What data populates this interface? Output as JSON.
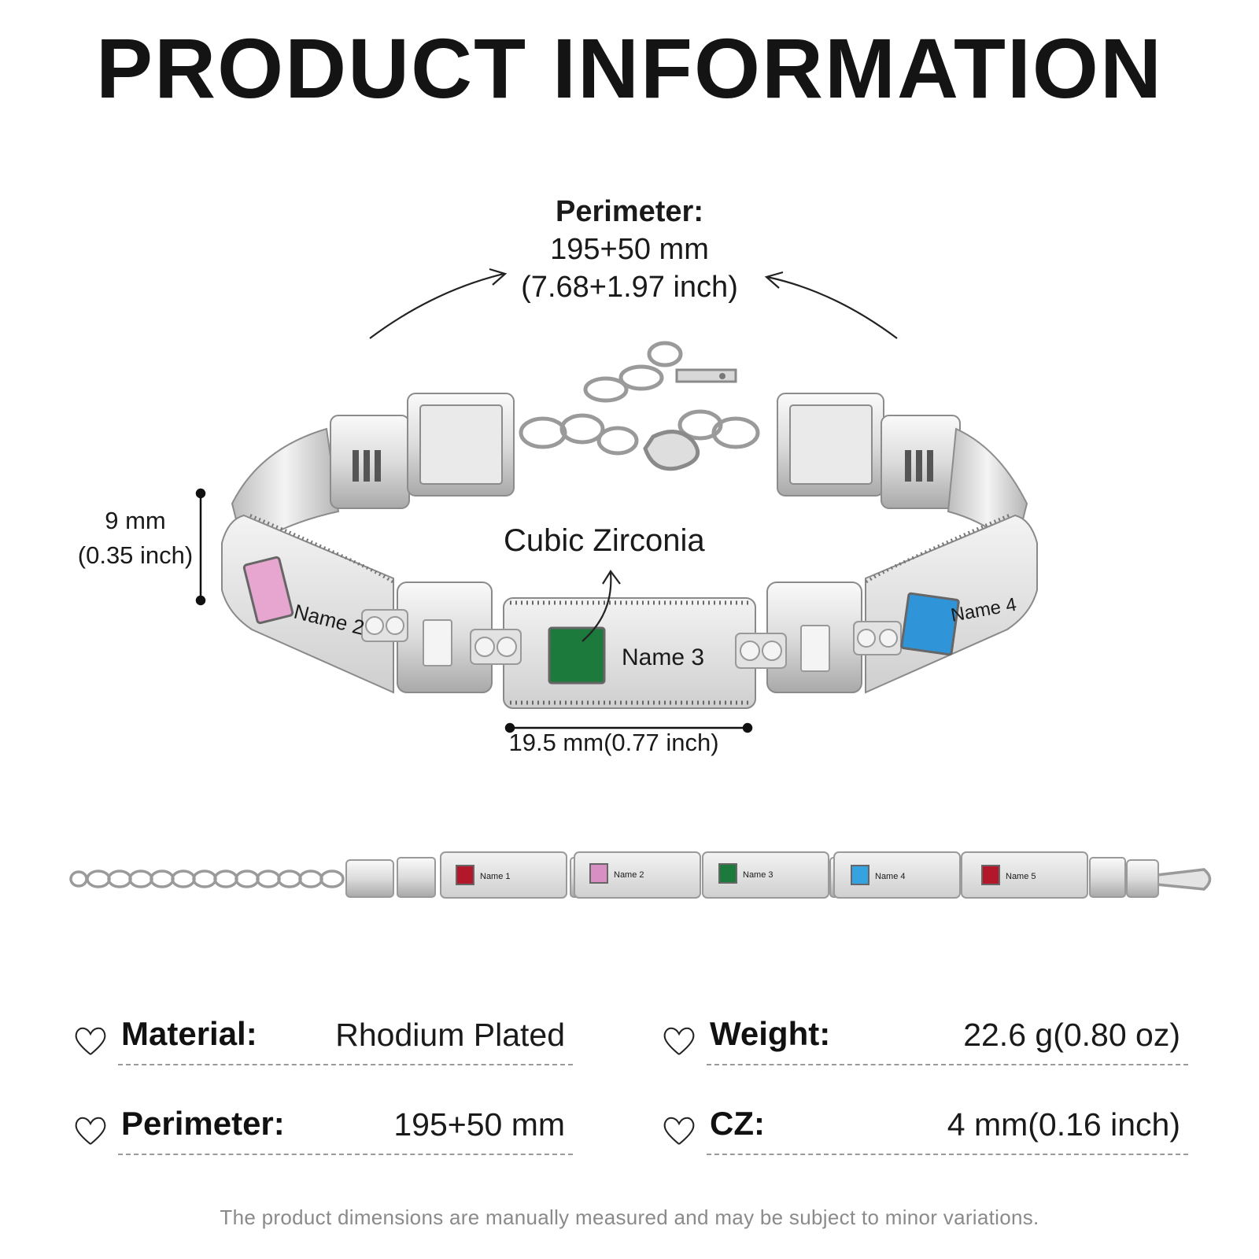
{
  "title": "PRODUCT INFORMATION",
  "perimeter_callout": {
    "label": "Perimeter:",
    "value_mm": "195+50 mm",
    "value_inch": "(7.68+1.97 inch)"
  },
  "height_callout": {
    "mm": "9 mm",
    "inch": "(0.35 inch)"
  },
  "width_callout": {
    "text": "19.5 mm(0.77 inch)"
  },
  "stone_callout": {
    "text": "Cubic Zirconia"
  },
  "bracelet_main": {
    "engravings": [
      "Name 2",
      "Name 3",
      "Name 4"
    ],
    "stone_colors": [
      "#e7a6cf",
      "#1c7a3c",
      "#2f95d8"
    ]
  },
  "bracelet_flat": {
    "engravings": [
      "Name 1",
      "Name 2",
      "Name 3",
      "Name 4",
      "Name 5"
    ],
    "stone_colors": [
      "#b3182a",
      "#d88fc4",
      "#1c7a3c",
      "#35a3e0",
      "#b3182a"
    ]
  },
  "specs": [
    {
      "label": "Material:",
      "value": "Rhodium Plated",
      "icon": "heart-outline-icon"
    },
    {
      "label": "Weight:",
      "value": "22.6 g(0.80 oz)",
      "icon": "heart-outline-icon"
    },
    {
      "label": "Perimeter:",
      "value": "195+50 mm",
      "icon": "heart-outline-icon"
    },
    {
      "label": "CZ:",
      "value": "4 mm(0.16 inch)",
      "icon": "heart-outline-icon"
    }
  ],
  "footnote": "The product dimensions are manually measured and may be subject to minor variations."
}
